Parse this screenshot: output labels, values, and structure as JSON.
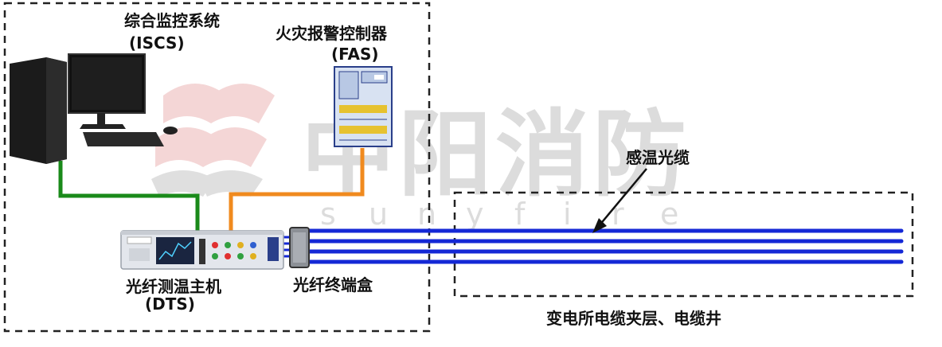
{
  "watermark": {
    "cn": "中阳消防",
    "en": [
      "s",
      "u",
      "n",
      "y",
      "f",
      "i",
      "r",
      "e"
    ]
  },
  "nodes": {
    "iscs": {
      "name": "综合监控系统",
      "code": "(ISCS)"
    },
    "fas": {
      "name": "火灾报警控制器",
      "code": "(FAS)"
    },
    "dts": {
      "name": "光纤测温主机",
      "code": "(DTS)"
    },
    "terminal_box": {
      "name": "光纤终端盒"
    },
    "cable": {
      "name": "感温光缆"
    },
    "site": {
      "name": "变电所电缆夹层、电缆井"
    }
  },
  "colors": {
    "green_link": "#1a8a1a",
    "orange_link": "#f08a1e",
    "fiber": "#1428d6",
    "dash": "#222222",
    "watermark_red": "#f3d2d2",
    "watermark_gray": "#dcdcdc"
  }
}
